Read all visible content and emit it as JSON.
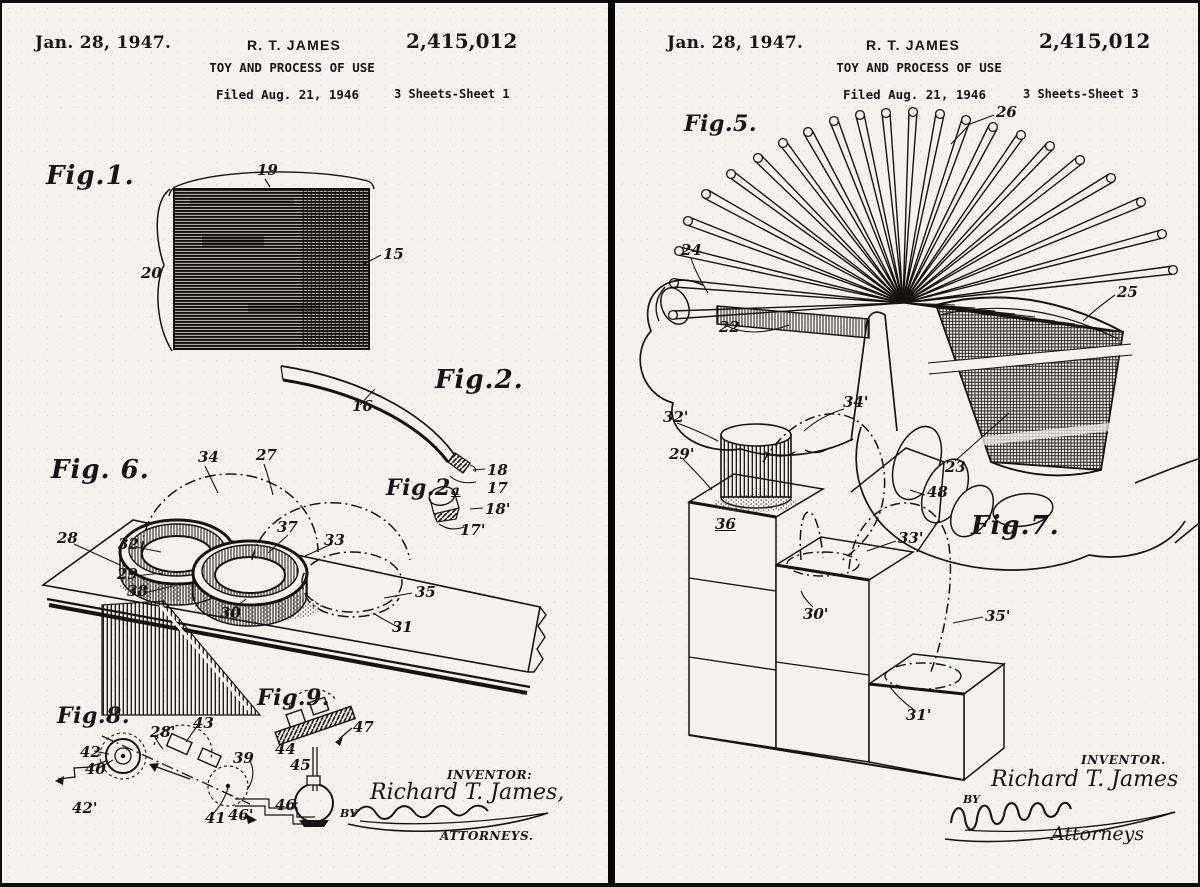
{
  "left_page": {
    "header": {
      "date": "Jan. 28, 1947.",
      "inventor": "R. T. JAMES",
      "patent_number": "2,415,012",
      "title": "TOY AND PROCESS OF USE",
      "filed": "Filed Aug. 21, 1946",
      "sheet": "3 Sheets-Sheet 1"
    },
    "figure_labels": {
      "fig1": "Fig.1.",
      "fig2": "Fig.2.",
      "fig2a": "Fig.2",
      "fig2a_sup": "a",
      "fig6": "Fig. 6.",
      "fig8": "Fig.8.",
      "fig9": "Fig.9."
    },
    "refs": {
      "r19": "19",
      "r15": "15",
      "r20": "20",
      "r16": "16",
      "r18": "18",
      "r17": "17",
      "r18p": "18'",
      "r17p": "17'",
      "r34": "34",
      "r27": "27",
      "r28": "28",
      "r32": "32",
      "r37": "37",
      "r33": "33",
      "r29": "29",
      "r38": "38",
      "r30": "30",
      "r35": "35",
      "r31": "31",
      "r42": "42",
      "r40": "40",
      "r42p": "42'",
      "r28p": "28'",
      "r43": "43",
      "r39": "39",
      "r41": "41",
      "r44": "44",
      "r45": "45",
      "r46": "46",
      "r46p": "46'",
      "r47": "47"
    },
    "signature": {
      "caption": "INVENTOR:",
      "name": "Richard T. James,",
      "by": "BY",
      "attorneys": "ATTORNEYS."
    }
  },
  "right_page": {
    "header": {
      "date": "Jan. 28, 1947.",
      "inventor": "R. T. JAMES",
      "patent_number": "2,415,012",
      "title": "TOY AND PROCESS OF USE",
      "filed": "Filed Aug. 21, 1946",
      "sheet": "3 Sheets-Sheet 3"
    },
    "figure_labels": {
      "fig5": "Fig.5.",
      "fig7": "Fig.7."
    },
    "refs": {
      "r26": "26",
      "r24": "24",
      "r22": "22",
      "r25": "25",
      "r23": "23",
      "r32p": "32'",
      "r29p": "29'",
      "r34p": "34'",
      "r48": "48",
      "r36": "36",
      "r33p": "33'",
      "r30p": "30'",
      "r35p": "35'",
      "r31p": "31'"
    },
    "signature": {
      "caption": "INVENTOR.",
      "name": "Richard T. James",
      "by": "BY",
      "attorneys": "Attorneys"
    }
  }
}
